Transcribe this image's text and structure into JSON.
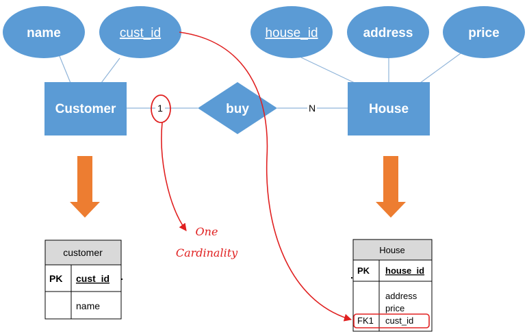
{
  "colors": {
    "shape_fill": "#5b9bd5",
    "connector": "#8fb4d9",
    "arrow_orange": "#ed7d31",
    "annotation_red": "#e02020",
    "table_header": "#d9d9d9"
  },
  "attributes": {
    "name": "name",
    "cust_id": "cust_id",
    "house_id": "house_id",
    "address": "address",
    "price": "price"
  },
  "entities": {
    "customer": "Customer",
    "house": "House"
  },
  "relationship": {
    "label": "buy",
    "left_cardinality": "1",
    "right_cardinality": "N"
  },
  "annotation": {
    "line1": "One",
    "line2": "Cardinality"
  },
  "customer_table": {
    "title": "customer",
    "key_type": "PK",
    "key_column": "cust_id",
    "column": "name"
  },
  "house_table": {
    "title": "House",
    "key_type": "PK",
    "key_column": "house_id",
    "column_1": "address",
    "column_2": "price",
    "fk_type": "FK1",
    "fk_column": "cust_id"
  }
}
